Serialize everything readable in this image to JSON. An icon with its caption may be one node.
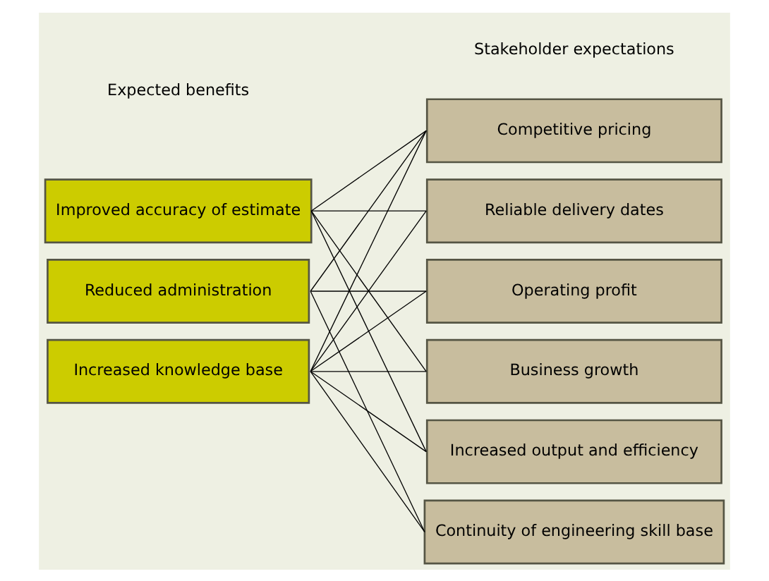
{
  "diagram": {
    "nodes": [
      {
        "text": [
          "Improved accuracy of estimate"
        ]
      },
      {
        "text": [
          "Reduced administration"
        ]
      },
      {
        "text": [
          "Increased knowledge base"
        ]
      },
      {
        "text": [
          "Competitive pricing"
        ]
      },
      {
        "text": [
          "Reliable delivery dates"
        ]
      },
      {
        "text": [
          "Operating profit"
        ]
      },
      {
        "text": [
          "Business growth"
        ]
      },
      {
        "text": [
          "Increased output and efficiency"
        ]
      },
      {
        "text": [
          "Continuity of engineering skill base"
        ]
      }
    ],
    "edges": [
      {
        "from": 0,
        "to": 3,
        "arrow": "none"
      },
      {
        "from": 0,
        "to": 4,
        "arrow": "none"
      },
      {
        "from": 0,
        "to": 6,
        "arrow": "none"
      },
      {
        "from": 0,
        "to": 7,
        "arrow": "none"
      },
      {
        "from": 1,
        "to": 3,
        "arrow": "none"
      },
      {
        "from": 1,
        "to": 5,
        "arrow": "none"
      },
      {
        "from": 1,
        "to": 8,
        "arrow": "none"
      },
      {
        "from": 2,
        "to": 3,
        "arrow": "none"
      },
      {
        "from": 2,
        "to": 4,
        "arrow": "none"
      },
      {
        "from": 2,
        "to": 5,
        "arrow": "none"
      },
      {
        "from": 2,
        "to": 6,
        "arrow": "none"
      },
      {
        "from": 2,
        "to": 7,
        "arrow": "none"
      },
      {
        "from": 2,
        "to": 8,
        "arrow": "none"
      }
    ],
    "labels": [
      "Expected benefits",
      "Stakeholder expectations"
    ]
  }
}
